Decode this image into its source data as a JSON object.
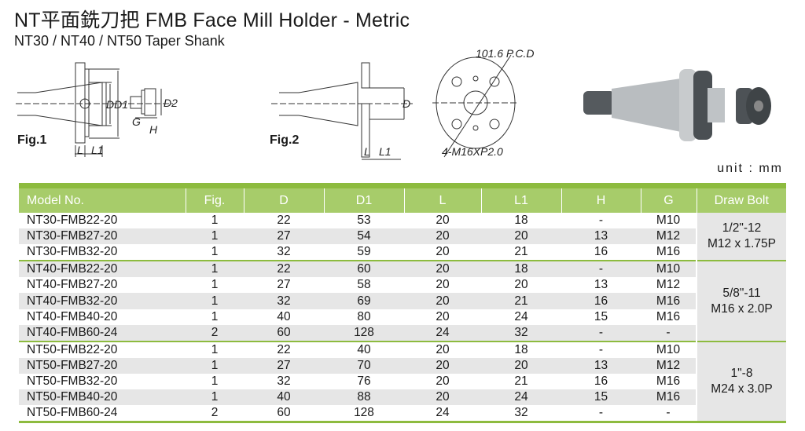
{
  "header": {
    "title": "NT平面銑刀把 FMB Face Mill Holder - Metric",
    "subtitle": "NT30 / NT40 / NT50 Taper Shank"
  },
  "figures": {
    "fig1": {
      "label": "Fig.1",
      "dims": [
        "D",
        "D1",
        "D2",
        "G",
        "H",
        "L",
        "L1"
      ]
    },
    "fig2": {
      "label": "Fig.2",
      "dims": [
        "D",
        "L",
        "L1"
      ]
    },
    "face": {
      "pcd": "101.6 P.C.D",
      "holes": "4-M16XP2.0"
    }
  },
  "unit": "unit : mm",
  "table": {
    "columns": [
      "Model No.",
      "Fig.",
      "D",
      "D1",
      "L",
      "L1",
      "H",
      "G",
      "Draw Bolt"
    ],
    "groups": [
      {
        "draw_bolt": [
          "1/2\"-12",
          "M12 x 1.75P"
        ],
        "rows": [
          [
            "NT30-FMB22-20",
            "1",
            "22",
            "53",
            "20",
            "18",
            "-",
            "M10"
          ],
          [
            "NT30-FMB27-20",
            "1",
            "27",
            "54",
            "20",
            "20",
            "13",
            "M12"
          ],
          [
            "NT30-FMB32-20",
            "1",
            "32",
            "59",
            "20",
            "21",
            "16",
            "M16"
          ]
        ]
      },
      {
        "draw_bolt": [
          "5/8\"-11",
          "M16 x 2.0P"
        ],
        "rows": [
          [
            "NT40-FMB22-20",
            "1",
            "22",
            "60",
            "20",
            "18",
            "-",
            "M10"
          ],
          [
            "NT40-FMB27-20",
            "1",
            "27",
            "58",
            "20",
            "20",
            "13",
            "M12"
          ],
          [
            "NT40-FMB32-20",
            "1",
            "32",
            "69",
            "20",
            "21",
            "16",
            "M16"
          ],
          [
            "NT40-FMB40-20",
            "1",
            "40",
            "80",
            "20",
            "24",
            "15",
            "M16"
          ],
          [
            "NT40-FMB60-24",
            "2",
            "60",
            "128",
            "24",
            "32",
            "-",
            "-"
          ]
        ]
      },
      {
        "draw_bolt": [
          "1\"-8",
          "M24 x 3.0P"
        ],
        "rows": [
          [
            "NT50-FMB22-20",
            "1",
            "22",
            "40",
            "20",
            "18",
            "-",
            "M10"
          ],
          [
            "NT50-FMB27-20",
            "1",
            "27",
            "70",
            "20",
            "20",
            "13",
            "M12"
          ],
          [
            "NT50-FMB32-20",
            "1",
            "32",
            "76",
            "20",
            "21",
            "16",
            "M16"
          ],
          [
            "NT50-FMB40-20",
            "1",
            "40",
            "88",
            "20",
            "24",
            "15",
            "M16"
          ],
          [
            "NT50-FMB60-24",
            "2",
            "60",
            "128",
            "24",
            "32",
            "-",
            "-"
          ]
        ]
      }
    ]
  },
  "colors": {
    "accent": "#8dbb3f",
    "header_bg": "#a7cc6a",
    "alt_row": "#e6e6e6"
  }
}
